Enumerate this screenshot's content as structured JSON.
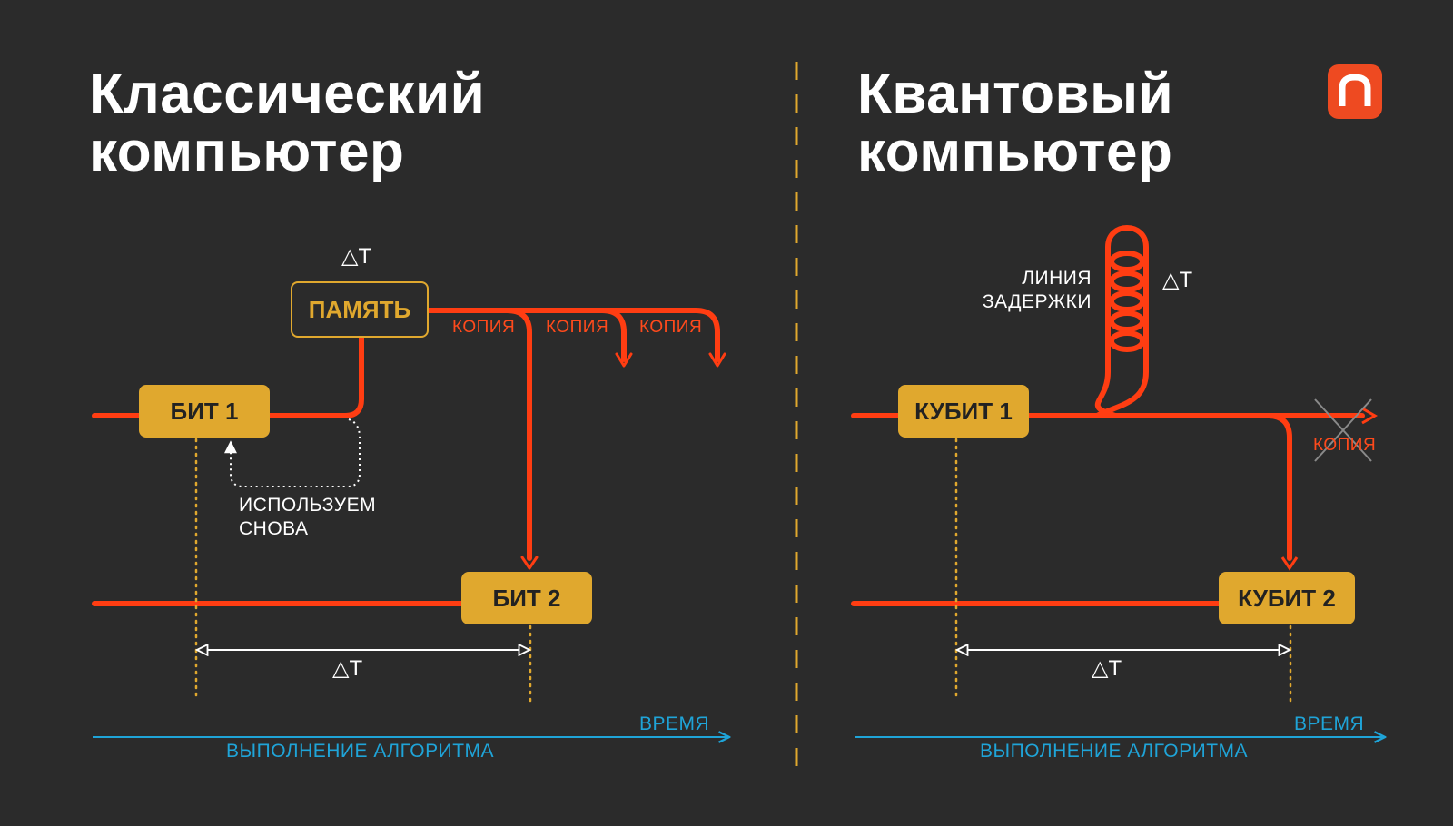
{
  "classical": {
    "title_line1": "Классический",
    "title_line2": "компьютер",
    "memory_label": "ПАМЯТЬ",
    "bit1_label": "БИТ 1",
    "bit2_label": "БИТ 2",
    "copy_labels": [
      "КОПИЯ",
      "КОПИЯ",
      "КОПИЯ"
    ],
    "reuse_line1": "ИСПОЛЬЗУЕМ",
    "reuse_line2": "СНОВА",
    "delta_memory": "T",
    "delta_interval": "T",
    "time_label": "ВРЕМЯ",
    "execution_label": "ВЫПОЛНЕНИЕ АЛГОРИТМА"
  },
  "quantum": {
    "title_line1": "Квантовый",
    "title_line2": "компьютер",
    "delay_line1": "ЛИНИЯ",
    "delay_line2": "ЗАДЕРЖКИ",
    "delta_delay": "T",
    "qubit1_label": "КУБИТ 1",
    "qubit2_label": "КУБИТ 2",
    "copy_crossed_label": "КОПИЯ",
    "delta_interval": "T",
    "time_label": "ВРЕМЯ",
    "execution_label": "ВЫПОЛНЕНИЕ АЛГОРИТМА"
  },
  "colors": {
    "background": "#2b2b2b",
    "wire": "#ff3d12",
    "box": "#e0a82e",
    "divider": "#e0a82e",
    "timeline": "#1fa4d8",
    "logo": "#ee4a21"
  },
  "icons": {
    "logo": "brand-logo-icon",
    "delta": "delta-triangle-icon"
  }
}
